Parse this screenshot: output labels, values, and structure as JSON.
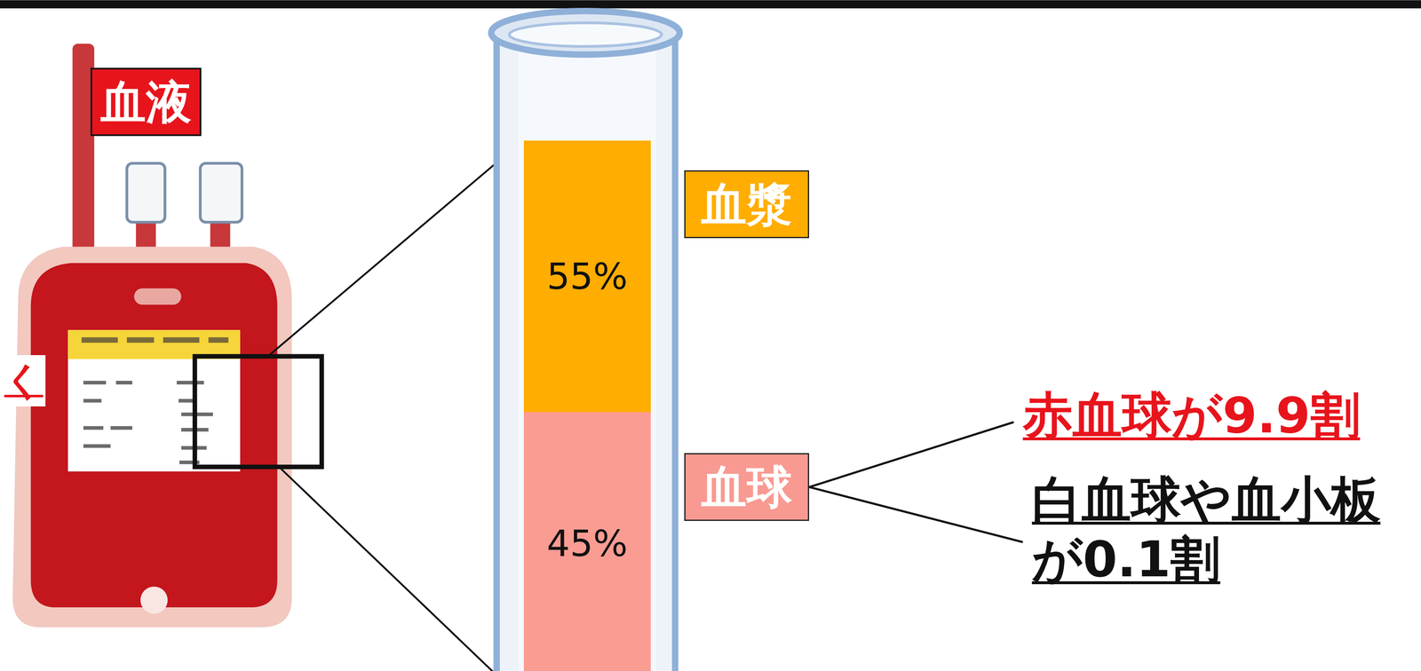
{
  "diagram": {
    "nodes": [
      {
        "text": [
          "血液"
        ]
      },
      {
        "text": [
          "55%"
        ]
      },
      {
        "text": [
          "45%"
        ]
      },
      {
        "text": [
          "血漿"
        ]
      },
      {
        "text": [
          "血球"
        ]
      },
      {
        "text": [
          "赤血球が9.9割"
        ]
      },
      {
        "text": [
          "白血球や血小板が0.1割"
        ]
      }
    ],
    "edges": [
      {
        "from": 4,
        "to": 5,
        "arrow": "none"
      },
      {
        "from": 4,
        "to": 6,
        "arrow": "none"
      }
    ],
    "labels": [
      "く"
    ]
  }
}
